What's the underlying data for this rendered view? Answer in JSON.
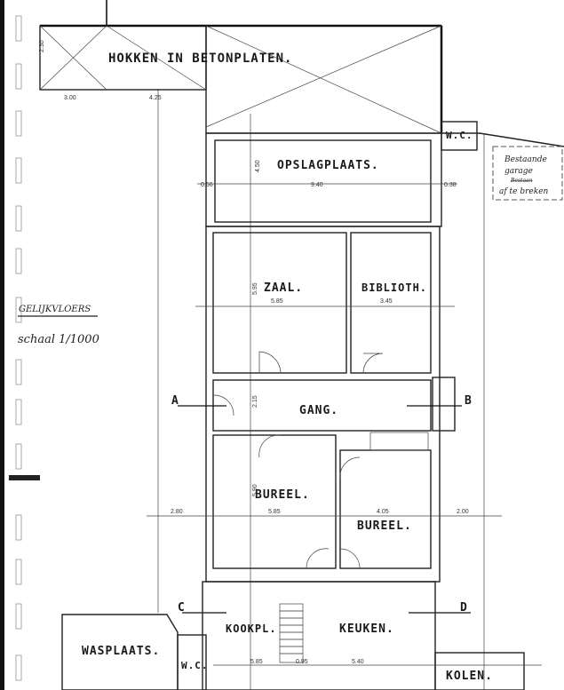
{
  "plan": {
    "title": "GELIJKVLOERS",
    "scale": "schaal 1/1000",
    "rooms": {
      "hokken": "HOKKEN IN BETONPLATEN.",
      "opslag": "OPSLAGPLAATS.",
      "wc_top": "W.C.",
      "zaal": "ZAAL.",
      "biblioth": "BIBLIOTH.",
      "gang": "GANG.",
      "bureel_left": "BUREEL.",
      "bureel_right": "BUREEL.",
      "kookpl": "KOOKPL.",
      "keuken": "KEUKEN.",
      "wasplaats": "WASPLAATS.",
      "wc_bottom": "W.C.",
      "kolen": "KOLEN."
    },
    "sections": {
      "a": "A",
      "b": "B",
      "c": "C",
      "d": "D"
    },
    "annotation": {
      "line1": "Bestaande",
      "line2": "garage",
      "line3": "Bestaan",
      "line4": "af te breken"
    },
    "dimensions": {
      "hokken_h": "2.30",
      "hokken_w1": "3.00",
      "hokken_w2": "4.25",
      "opslag_left": "0.56",
      "opslag_w": "9.40",
      "opslag_right": "0.38",
      "opslag_h": "4.50",
      "zaal_w": "5.85",
      "zaal_h": "5.95",
      "biblioth_w": "3.45",
      "gang_h": "2.15",
      "left_out": "2.80",
      "bureel_w": "5.85",
      "bureel_h": "5.90",
      "bureel_right_w": "4.05",
      "right_out": "2.00",
      "kookpl_w": "5.85",
      "stair": "0.95",
      "keuken_w": "5.40"
    }
  }
}
